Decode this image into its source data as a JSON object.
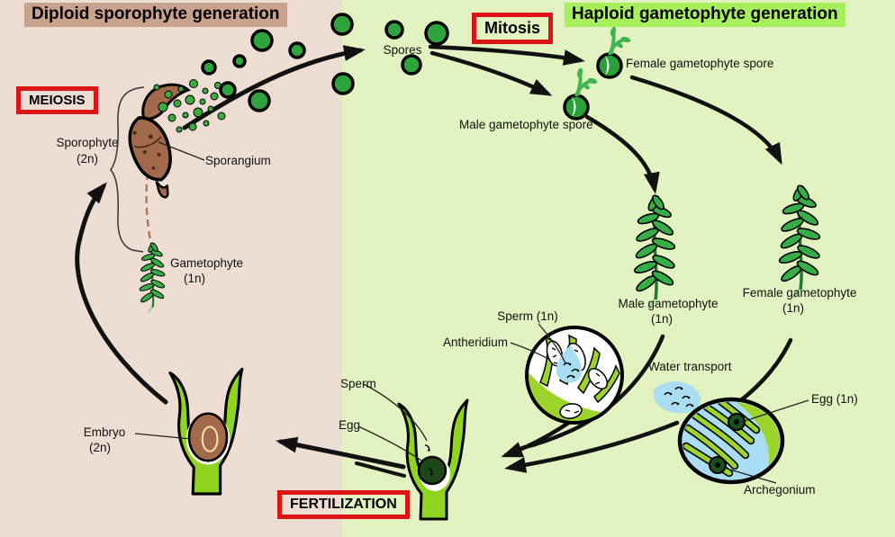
{
  "headers": {
    "diploid": "Diploid sporophyte generation",
    "haploid": "Haploid gametophyte generation"
  },
  "process_boxes": {
    "meiosis": "MEIOSIS",
    "mitosis": "Mitosis",
    "fertilization": "FERTILIZATION"
  },
  "labels": {
    "spores": "Spores",
    "female_spore": "Female gametophyte spore",
    "male_spore": "Male gametophyte spore",
    "sporophyte": "Sporophyte",
    "sporophyte_ploidy": "(2n)",
    "sporangium": "Sporangium",
    "gametophyte": "Gametophyte",
    "gametophyte_ploidy": "(1n)",
    "male_gametophyte": "Male gametophyte",
    "male_gametophyte_ploidy": "(1n)",
    "female_gametophyte": "Female gametophyte",
    "female_gametophyte_ploidy": "(1n)",
    "sperm_1n": "Sperm (1n)",
    "antheridium": "Antheridium",
    "water_transport": "Water transport",
    "egg_1n": "Egg (1n)",
    "archegonium": "Archegonium",
    "sperm": "Sperm",
    "egg": "Egg",
    "embryo": "Embryo",
    "embryo_ploidy": "(2n)"
  },
  "colors": {
    "left_background": "#EEDDD2",
    "right_background": "#E2F2C1",
    "diploid_banner": "#C9A28D",
    "haploid_banner": "#A7EF5C",
    "process_box_border": "#DE1414",
    "spore_green": "#2FA43C",
    "moss_green": "#36AE46",
    "structure_green": "#8FD41E",
    "antheridium_green": "#9CD42B",
    "sporangium_brown": "#A2694B",
    "water_blue": "#A9DDF1",
    "egg_dark_green": "#1D4719",
    "text": "#111111"
  }
}
